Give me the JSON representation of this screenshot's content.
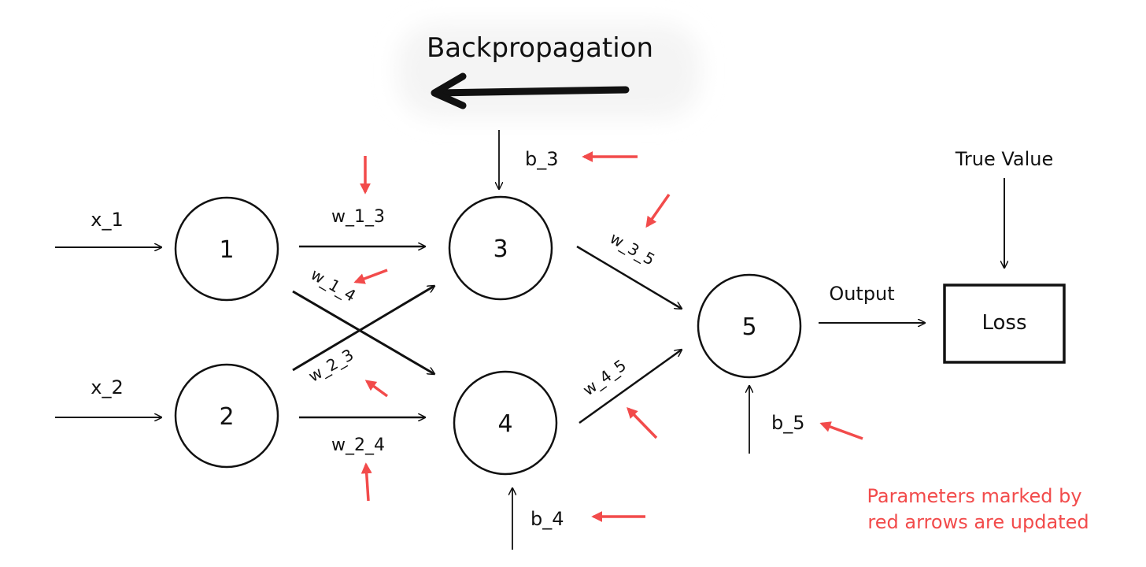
{
  "title": "Backpropagation",
  "inputs": [
    "x_1",
    "x_2"
  ],
  "nodes": [
    "1",
    "2",
    "3",
    "4",
    "5"
  ],
  "weights": {
    "w_1_3": "w_1_3",
    "w_1_4": "w_1_4",
    "w_2_3": "w_2_3",
    "w_2_4": "w_2_4",
    "w_3_5": "w_3_5",
    "w_4_5": "w_4_5"
  },
  "biases": {
    "b_3": "b_3",
    "b_4": "b_4",
    "b_5": "b_5"
  },
  "output_label": "Output",
  "loss_label": "Loss",
  "true_value_label": "True Value",
  "note": {
    "line1": "Parameters marked by",
    "line2": "red arrows are updated"
  },
  "colors": {
    "ink": "#111111",
    "highlight": "#f24b4b",
    "title_glow": "#f4f4f4"
  },
  "updated_parameters": [
    "w_1_3",
    "w_1_4",
    "w_2_3",
    "w_2_4",
    "w_3_5",
    "w_4_5",
    "b_3",
    "b_4",
    "b_5"
  ]
}
